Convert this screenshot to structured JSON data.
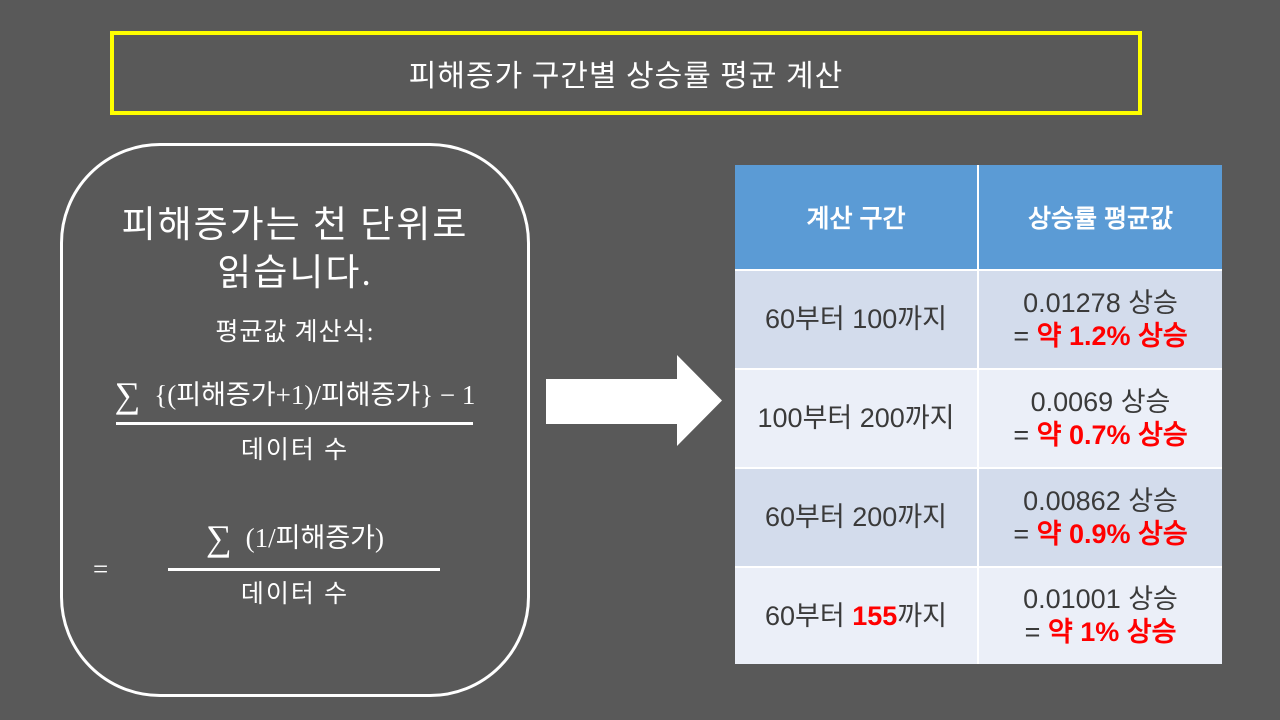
{
  "slide": {
    "title": "피해증가 구간별 상승률 평균 계산"
  },
  "colors": {
    "background": "#595959",
    "title_border": "#FFFF00",
    "table_header_bg": "#5B9BD5",
    "row_band_dark": "#D3DCEC",
    "row_band_light": "#EBEFF8",
    "highlight_red": "#FF0000",
    "text_dark": "#3A3A3A",
    "text_white": "#FFFFFF"
  },
  "note_box": {
    "heading_line1": "피해증가는 천 단위로",
    "heading_line2": "읽습니다.",
    "subheading": "평균값 계산식:",
    "formula1": {
      "sigma": "∑",
      "numerator": "{(피해증가+1)/피해증가} − 1",
      "denominator": "데이터 수"
    },
    "equals_sign": "=",
    "formula2": {
      "sigma": "∑",
      "numerator": "(1/피해증가)",
      "denominator": "데이터 수"
    }
  },
  "arrow": {
    "name": "right-arrow"
  },
  "table": {
    "col_headers": [
      "계산 구간",
      "상승률 평균값"
    ],
    "rows": [
      {
        "interval_pre": "60부터 100까지",
        "interval_red": "",
        "interval_post": "",
        "value": "0.01278 상승",
        "eq": "=",
        "result": "약 1.2% 상승"
      },
      {
        "interval_pre": "100부터 200까지",
        "interval_red": "",
        "interval_post": "",
        "value": "0.0069 상승",
        "eq": "=",
        "result": "약 0.7% 상승"
      },
      {
        "interval_pre": "60부터 200까지",
        "interval_red": "",
        "interval_post": "",
        "value": "0.00862 상승",
        "eq": "=",
        "result": "약 0.9% 상승"
      },
      {
        "interval_pre": "60부터 ",
        "interval_red": "155",
        "interval_post": "까지",
        "value": "0.01001 상승",
        "eq": "=",
        "result": "약 1% 상승"
      }
    ]
  }
}
